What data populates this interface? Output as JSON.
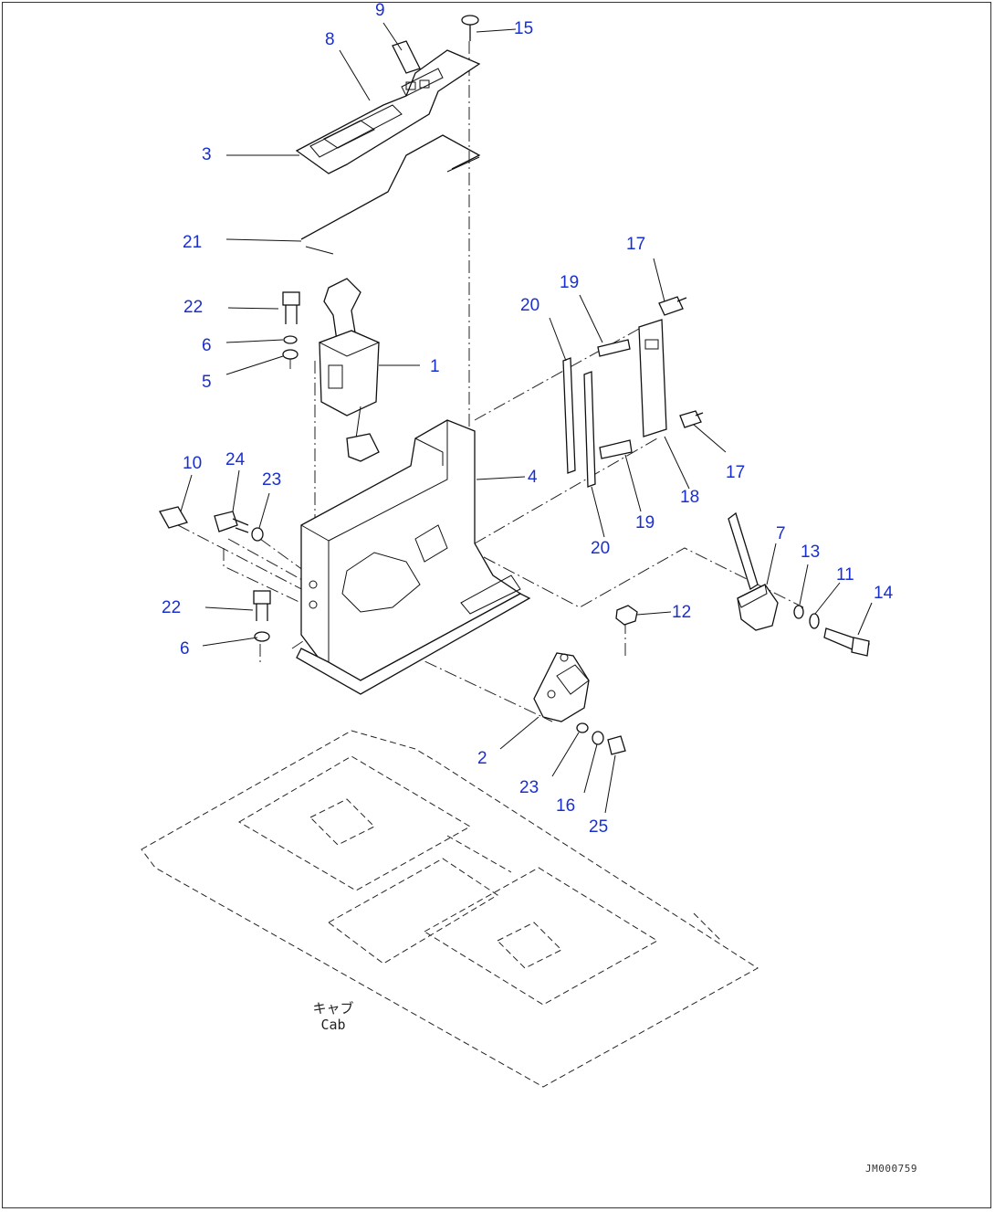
{
  "callouts": [
    {
      "id": "1",
      "label": "1"
    },
    {
      "id": "2",
      "label": "2"
    },
    {
      "id": "3",
      "label": "3"
    },
    {
      "id": "4",
      "label": "4"
    },
    {
      "id": "5",
      "label": "5"
    },
    {
      "id": "6a",
      "label": "6"
    },
    {
      "id": "6b",
      "label": "6"
    },
    {
      "id": "7",
      "label": "7"
    },
    {
      "id": "8",
      "label": "8"
    },
    {
      "id": "9",
      "label": "9"
    },
    {
      "id": "10",
      "label": "10"
    },
    {
      "id": "11",
      "label": "11"
    },
    {
      "id": "12",
      "label": "12"
    },
    {
      "id": "13",
      "label": "13"
    },
    {
      "id": "14",
      "label": "14"
    },
    {
      "id": "15",
      "label": "15"
    },
    {
      "id": "16",
      "label": "16"
    },
    {
      "id": "17a",
      "label": "17"
    },
    {
      "id": "17b",
      "label": "17"
    },
    {
      "id": "18",
      "label": "18"
    },
    {
      "id": "19a",
      "label": "19"
    },
    {
      "id": "19b",
      "label": "19"
    },
    {
      "id": "20a",
      "label": "20"
    },
    {
      "id": "20b",
      "label": "20"
    },
    {
      "id": "21",
      "label": "21"
    },
    {
      "id": "22a",
      "label": "22"
    },
    {
      "id": "22b",
      "label": "22"
    },
    {
      "id": "23a",
      "label": "23"
    },
    {
      "id": "23b",
      "label": "23"
    },
    {
      "id": "24",
      "label": "24"
    },
    {
      "id": "25",
      "label": "25"
    }
  ],
  "cab_label": {
    "jp": "キャブ",
    "en": "Cab"
  },
  "drawing_number": "JM000759",
  "colors": {
    "callout": "#1a2fd0",
    "linework": "#111111"
  }
}
